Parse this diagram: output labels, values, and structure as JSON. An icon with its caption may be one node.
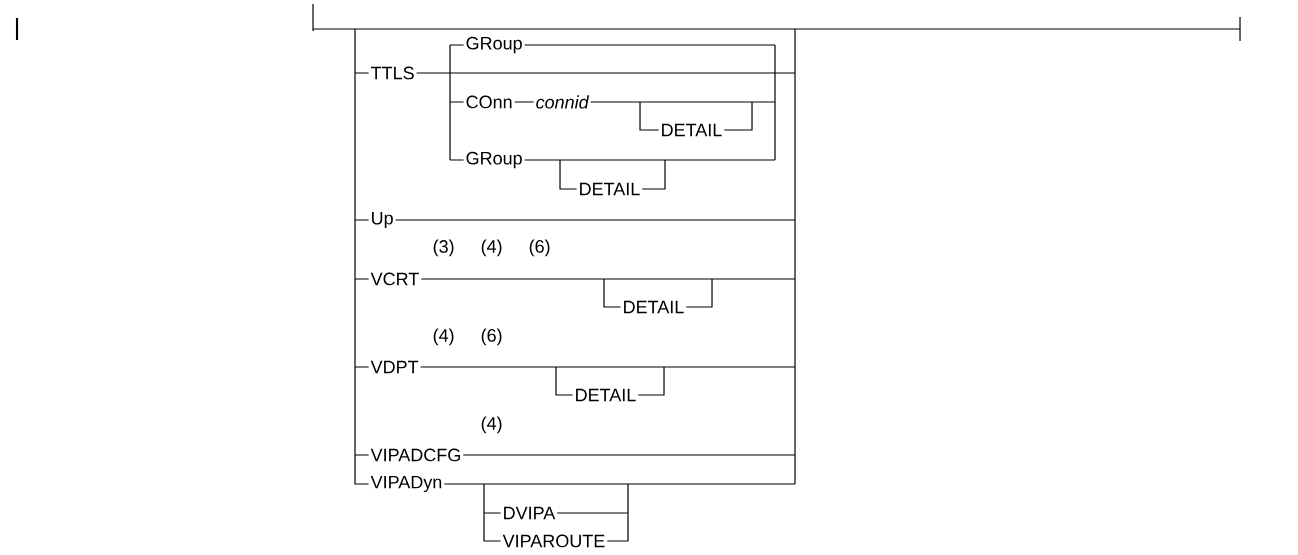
{
  "diagram": {
    "labels": [
      "GRoup",
      "TTLS",
      "COnn",
      "connid",
      "DETAIL",
      "GRoup",
      "DETAIL",
      "Up",
      "(3)",
      "(4)",
      "(6)",
      "VCRT",
      "DETAIL",
      "(4)",
      "(6)",
      "VDPT",
      "DETAIL",
      "(4)",
      "VIPADCFG",
      "VIPADyn",
      "DVIPA",
      "VIPAROUTE"
    ]
  }
}
